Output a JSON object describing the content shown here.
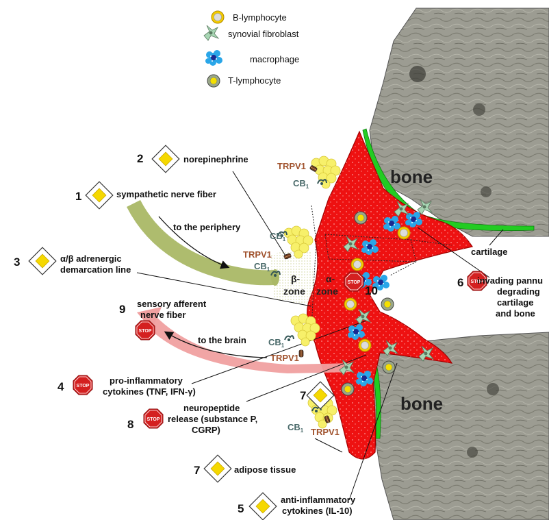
{
  "legend": {
    "b_lymphocyte": "B-lymphocyte",
    "synovial_fibroblast": "synovial fibroblast",
    "macrophage": "macrophage",
    "t_lymphocyte": "T-lymphocyte"
  },
  "labels": {
    "n1": "1",
    "sympathetic_nerve_fiber": "sympathetic nerve fiber",
    "to_periphery": "to the periphery",
    "n2": "2",
    "norepinephrine": "norepinephrine",
    "n3": "3",
    "demarcation_l1": "α/β adrenergic",
    "demarcation_l2": "demarcation line",
    "n9": "9",
    "sensory_l1": "sensory afferent",
    "sensory_l2": "nerve fiber",
    "to_brain": "to the brain",
    "n4": "4",
    "proinfl_l1": "pro-inflammatory",
    "proinfl_l2": "cytokines (TNF, IFN-γ)",
    "n8": "8",
    "neuro_l1": "neuropeptide",
    "neuro_l2": "release (substance P,",
    "neuro_l3": "CGRP)",
    "n7a": "7",
    "n7b": "7",
    "adipose": "adipose tissue",
    "n5": "5",
    "antiinfl_l1": "anti-inflammatory",
    "antiinfl_l2": "cytokines (IL-10)",
    "n6": "6",
    "pannus_l1": "invading pannu",
    "pannus_l2": "degrading",
    "pannus_l3": "cartilage",
    "pannus_l4": "and bone",
    "cartilage": "cartilage",
    "bone_top": "bone",
    "bone_bottom": "bone",
    "beta_zone_l1": "β-",
    "beta_zone_l2": "zone",
    "alpha_zone_l1": "α-",
    "alpha_zone_l2": "zone",
    "n10": "10",
    "stop": "STOP",
    "trpv1": "TRPV1",
    "cb1": "CB",
    "cb1_sub": "1"
  },
  "colors": {
    "synovium": "#ee1111",
    "cartilage": "#22cc22",
    "bone": "#9a9a8e",
    "sympathetic_arrow": "#aab866",
    "sensory_arrow": "#f0a0a0",
    "receptor_text_trpv1": "#a0522d",
    "receptor_text_cb1": "#4a6a6a",
    "adipose": "#f7f06a",
    "diamond": "#f5d800",
    "stop": "#d42020"
  }
}
